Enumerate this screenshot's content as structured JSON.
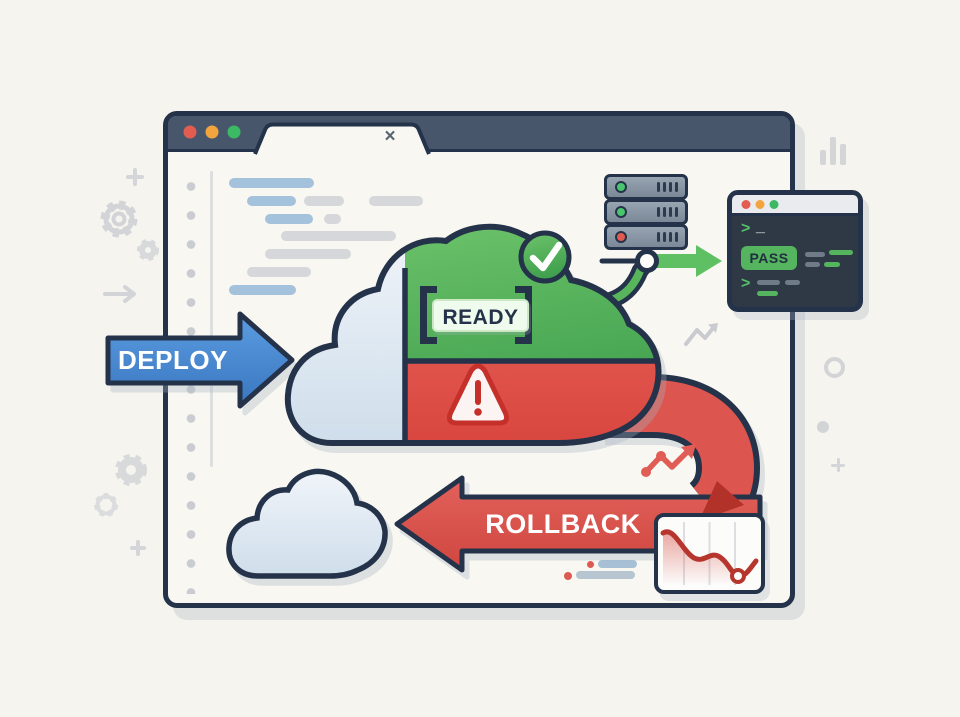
{
  "scene": {
    "description": "Cloud deployment pipeline illustration: deploy flow into a half-healthy cloud, health-check pass to a terminal, and rollback flow to a declining metrics chart",
    "background_color": "#f5f4ee",
    "outline_color": "#24324a"
  },
  "browser_window": {
    "titlebar_color": "#47566a",
    "traffic_lights": [
      {
        "name": "close",
        "color": "#e25c51"
      },
      {
        "name": "minimize",
        "color": "#f2a53e"
      },
      {
        "name": "maximize",
        "color": "#3cb964"
      }
    ],
    "tab_close_icon": "×"
  },
  "deploy_arrow": {
    "label": "DEPLOY",
    "fill_color": "#4a8fd7"
  },
  "cloud_deployment": {
    "status_label": "READY",
    "healthy_color": "#4cae52",
    "failing_color": "#e0564f",
    "idle_color": "#dde7f0"
  },
  "server_rack": {
    "units": [
      {
        "led_color": "#48c56d"
      },
      {
        "led_color": "#48c56d"
      },
      {
        "led_color": "#e25b50"
      }
    ]
  },
  "terminal_window": {
    "prompt_symbol": ">",
    "cursor_symbol": "_",
    "pass_label": "PASS",
    "body_color": "#2e3945",
    "traffic_lights": [
      {
        "color": "#e25c51"
      },
      {
        "color": "#f2a53e"
      },
      {
        "color": "#3cb964"
      }
    ]
  },
  "rollback_arrow": {
    "label": "ROLLBACK",
    "fill_color": "#da524c"
  },
  "metrics_card": {
    "line_color": "#b6362e"
  }
}
